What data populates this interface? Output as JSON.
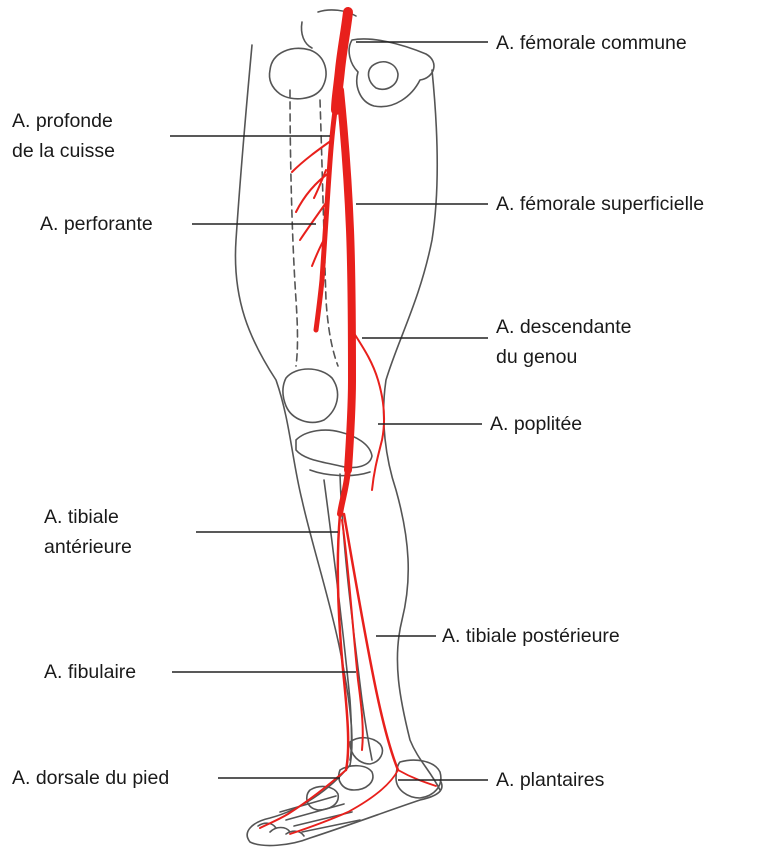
{
  "colors": {
    "artery": "#e8201c",
    "outline": "#555555",
    "leader": "#222222",
    "text": "#1a1a1a"
  },
  "labels": {
    "femorale_commune": "A. fémorale commune",
    "profonde_line1": "A. profonde",
    "profonde_line2": "de la cuisse",
    "femorale_superficielle": "A. fémorale superficielle",
    "perforante": "A. perforante",
    "descendante_line1": "A. descendante",
    "descendante_line2": "du genou",
    "poplitee": "A. poplitée",
    "tibiale_anterieure_line1": "A. tibiale",
    "tibiale_anterieure_line2": "antérieure",
    "tibiale_posterieure": "A. tibiale postérieure",
    "fibulaire": "A. fibulaire",
    "dorsale_pied": "A. dorsale du pied",
    "plantaires": "A. plantaires"
  }
}
